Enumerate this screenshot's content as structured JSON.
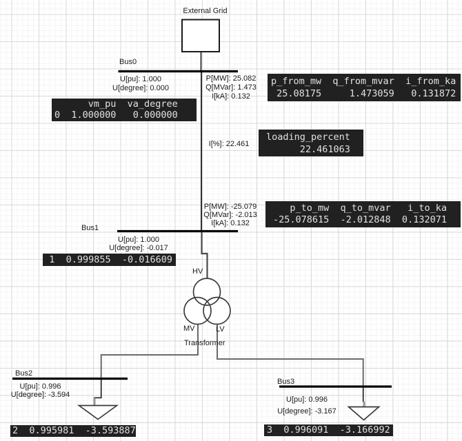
{
  "external_grid": {
    "label": "External Grid"
  },
  "buses": [
    {
      "name": "Bus0",
      "u_pu": "U[pu]: 1.000",
      "u_deg": "U[degree]: 0.000",
      "table": "      vm_pu  va_degree\n0  1.000000   0.000000"
    },
    {
      "name": "Bus1",
      "u_pu": "U[pu]: 1.000",
      "u_deg": "U[degree]: -0.017",
      "table": "1  0.999855  -0.016609"
    },
    {
      "name": "Bus2",
      "u_pu": "U[pu]: 0.996",
      "u_deg": "U[degree]: -3.594",
      "table": "2  0.995981  -3.593887"
    },
    {
      "name": "Bus3",
      "u_pu": "U[pu]: 0.996",
      "u_deg": "U[degree]: -3.167",
      "table": "3  0.996091  -3.166992"
    }
  ],
  "line": {
    "from": {
      "p": "P[MW]: 25.082",
      "q": "Q[MVar]: 1.473",
      "i": "I[kA]: 0.132",
      "table": "p_from_mw  q_from_mvar  i_from_ka\n 25.08175     1.473059   0.131872"
    },
    "loading": {
      "label": "I[%]: 22.461",
      "table": "loading_percent\n      22.461063"
    },
    "to": {
      "p": "P[MW]: -25.079",
      "q": "Q[MVar]: -2.013",
      "i": "I[kA]: 0.132",
      "table": "   p_to_mw  q_to_mvar   i_to_ka\n-25.078615  -2.012848  0.132071"
    }
  },
  "transformer": {
    "label": "Transformer",
    "hv": "HV",
    "mv": "MV",
    "lv": "LV"
  },
  "colors": {
    "tooltip_bg": "#212121",
    "tooltip_text": "#e2e2e2",
    "bus_bar": "#000000",
    "connection_line": "#6a6a6a",
    "symbol_stroke": "#3a3a3a"
  }
}
